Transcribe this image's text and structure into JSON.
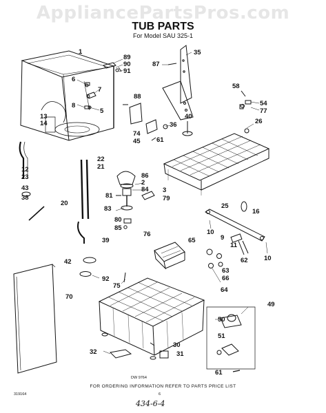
{
  "watermark": "AppliancePartsPros.com",
  "title": "TUB PARTS",
  "subtitle": "For Model SAU 325-1",
  "footer": "FOR ORDERING INFORMATION REFER TO PARTS PRICE LIST",
  "drawing_number": "DW 9764",
  "side_number": "319164",
  "page_number": "6",
  "handwritten_note": "434-6-4",
  "parts": [
    {
      "id": "p1",
      "label": "1"
    },
    {
      "id": "p89",
      "label": "89"
    },
    {
      "id": "p90",
      "label": "90"
    },
    {
      "id": "p91",
      "label": "91"
    },
    {
      "id": "p35",
      "label": "35"
    },
    {
      "id": "p87",
      "label": "87"
    },
    {
      "id": "p6",
      "label": "6"
    },
    {
      "id": "p7",
      "label": "7"
    },
    {
      "id": "p88",
      "label": "88"
    },
    {
      "id": "p58",
      "label": "58"
    },
    {
      "id": "p54",
      "label": "54"
    },
    {
      "id": "p8",
      "label": "8"
    },
    {
      "id": "p5",
      "label": "5"
    },
    {
      "id": "p77",
      "label": "77"
    },
    {
      "id": "p40",
      "label": "40"
    },
    {
      "id": "p13",
      "label": "13"
    },
    {
      "id": "p14",
      "label": "14"
    },
    {
      "id": "p74",
      "label": "74"
    },
    {
      "id": "p36",
      "label": "36"
    },
    {
      "id": "p26",
      "label": "26"
    },
    {
      "id": "p45",
      "label": "45"
    },
    {
      "id": "p61a",
      "label": "61"
    },
    {
      "id": "p22",
      "label": "22"
    },
    {
      "id": "p21",
      "label": "21"
    },
    {
      "id": "p12",
      "label": "12"
    },
    {
      "id": "p23",
      "label": "23"
    },
    {
      "id": "p86",
      "label": "86"
    },
    {
      "id": "p2",
      "label": "2"
    },
    {
      "id": "p84",
      "label": "84"
    },
    {
      "id": "p43",
      "label": "43"
    },
    {
      "id": "p81",
      "label": "81"
    },
    {
      "id": "p3",
      "label": "3"
    },
    {
      "id": "p79",
      "label": "79"
    },
    {
      "id": "p38",
      "label": "38"
    },
    {
      "id": "p25",
      "label": "25"
    },
    {
      "id": "p16",
      "label": "16"
    },
    {
      "id": "p20",
      "label": "20"
    },
    {
      "id": "p83",
      "label": "83"
    },
    {
      "id": "p10a",
      "label": "10"
    },
    {
      "id": "p80",
      "label": "80"
    },
    {
      "id": "p85",
      "label": "85"
    },
    {
      "id": "p76",
      "label": "76"
    },
    {
      "id": "p9",
      "label": "9"
    },
    {
      "id": "p39",
      "label": "39"
    },
    {
      "id": "p65",
      "label": "65"
    },
    {
      "id": "p11",
      "label": "11"
    },
    {
      "id": "p62",
      "label": "62"
    },
    {
      "id": "p10b",
      "label": "10"
    },
    {
      "id": "p42",
      "label": "42"
    },
    {
      "id": "p63",
      "label": "63"
    },
    {
      "id": "p66",
      "label": "66"
    },
    {
      "id": "p92",
      "label": "92"
    },
    {
      "id": "p75",
      "label": "75"
    },
    {
      "id": "p64",
      "label": "64"
    },
    {
      "id": "p70",
      "label": "70"
    },
    {
      "id": "p49",
      "label": "49"
    },
    {
      "id": "p50",
      "label": "50"
    },
    {
      "id": "p51",
      "label": "51"
    },
    {
      "id": "p32",
      "label": "32"
    },
    {
      "id": "p30",
      "label": "30"
    },
    {
      "id": "p31",
      "label": "31"
    },
    {
      "id": "p61b",
      "label": "61"
    }
  ]
}
